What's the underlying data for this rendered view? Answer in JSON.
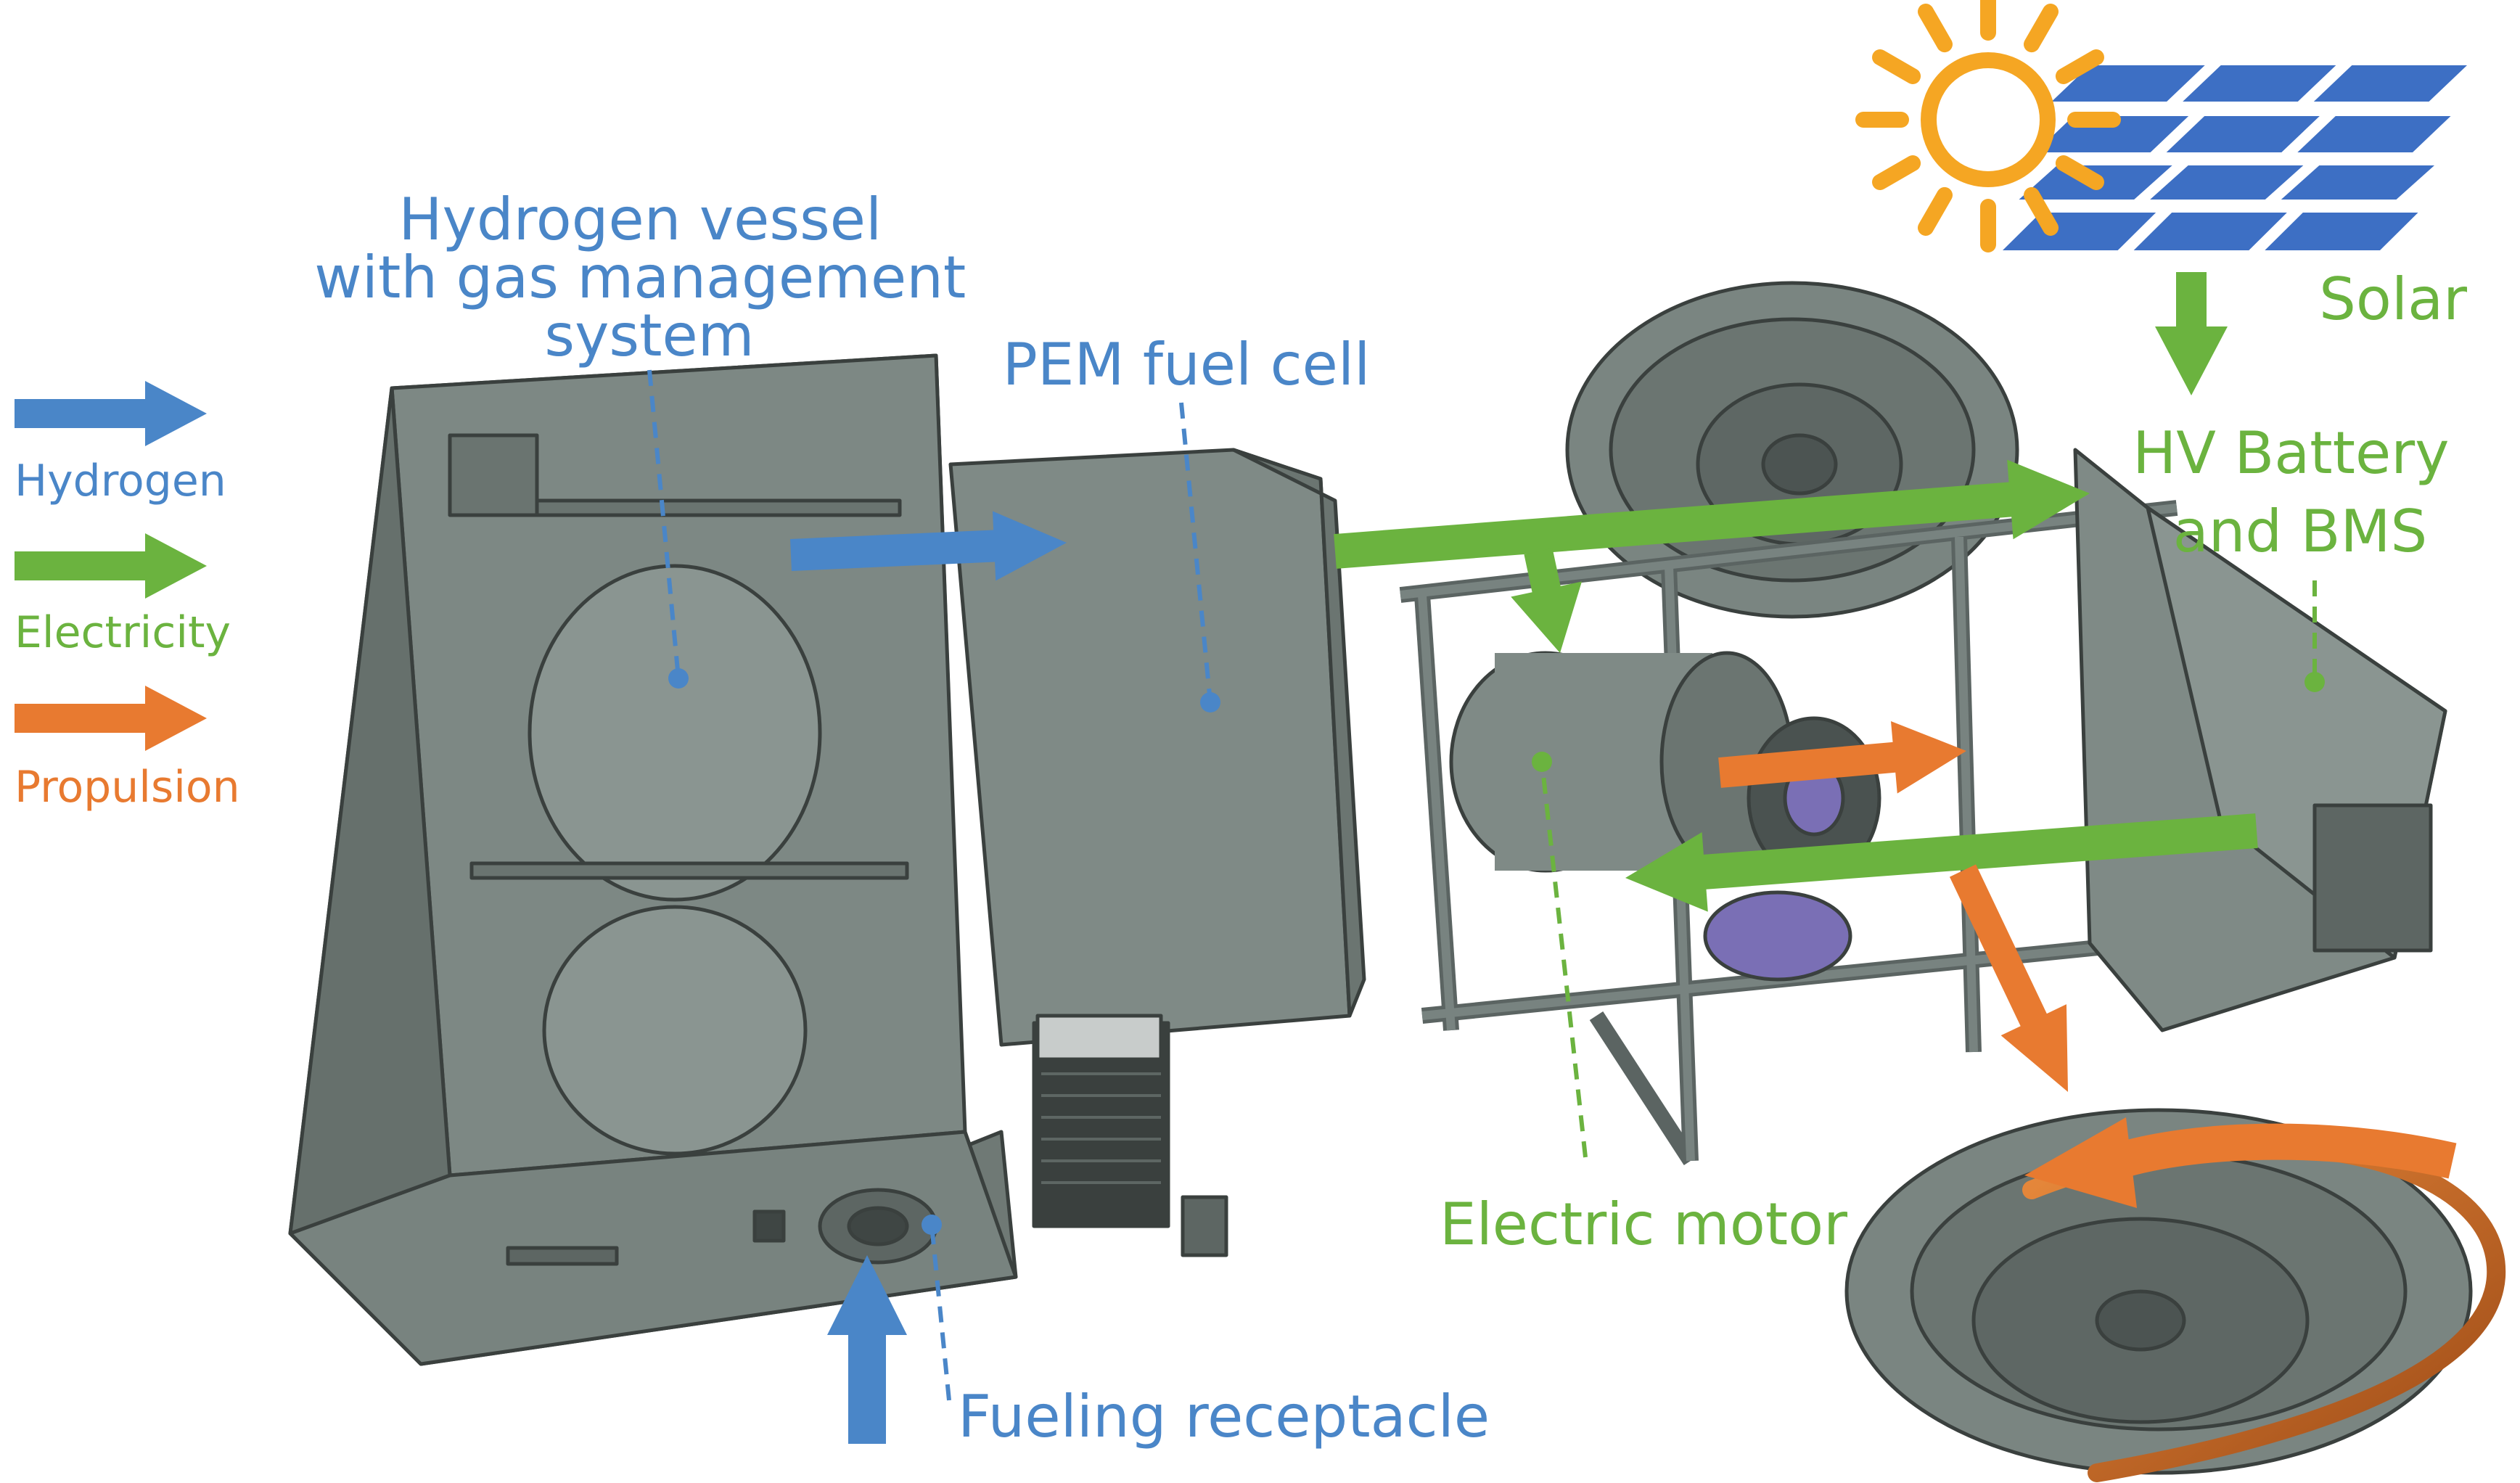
{
  "colors": {
    "hydrogen": "#4a86c8",
    "electricity": "#6bb33f",
    "propulsion": "#e87a30",
    "machine_body": "#7e8a86",
    "machine_edge": "#3a403e",
    "sun": "#f5a623",
    "solar_panel": "#3d6fc4"
  },
  "legend": [
    {
      "key": "hydrogen",
      "label": "Hydrogen"
    },
    {
      "key": "electricity",
      "label": "Electricity"
    },
    {
      "key": "propulsion",
      "label": "Propulsion"
    }
  ],
  "labels": {
    "hydrogen_vessel": [
      "Hydrogen vessel",
      "with gas management",
      "system"
    ],
    "pem_fuel_cell": "PEM fuel cell",
    "solar": "Solar",
    "hv_battery": [
      "HV Battery",
      "and BMS"
    ],
    "electric_motor": "Electric motor",
    "fueling_receptacle": "Fueling receptacle"
  },
  "icons": {
    "sun": "sun-icon",
    "solar_panel": "solar-panel-icon"
  }
}
